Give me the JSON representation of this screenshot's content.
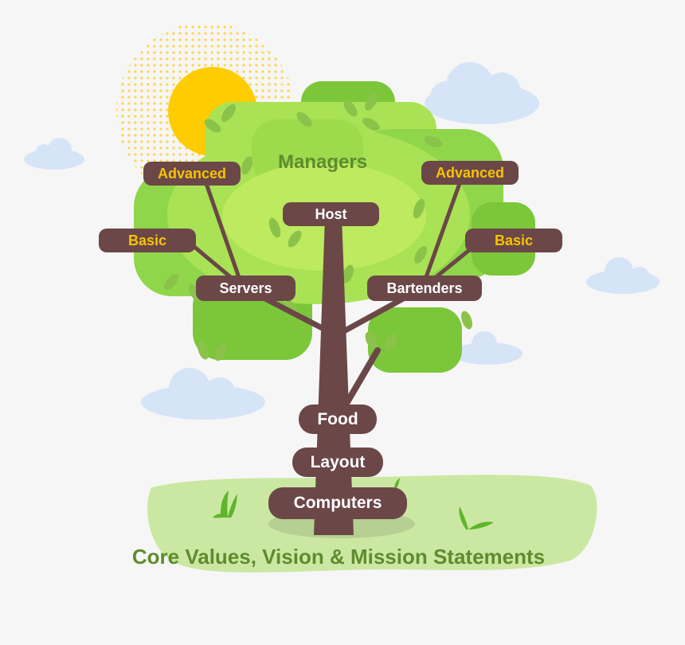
{
  "diagram": {
    "top_label": "Managers",
    "center_label": "Host",
    "left_branch": {
      "label": "Servers",
      "sub_labels": [
        "Advanced",
        "Basic"
      ]
    },
    "right_branch": {
      "label": "Bartenders",
      "sub_labels": [
        "Advanced",
        "Basic"
      ]
    },
    "trunk_labels": [
      "Food",
      "Layout",
      "Computers"
    ],
    "root_label": "Core Values, Vision & Mission Statements"
  },
  "colors": {
    "background": "#f6f6f6",
    "label_box": "#6b4748",
    "label_text": "#ffffff",
    "sub_label_text": "#f5c400",
    "heading_green": "#5f8b2e",
    "foliage_light": "#b8e65a",
    "foliage_mid": "#8fd64a",
    "foliage_dark": "#6cbf32",
    "ground": "#cbe8a2",
    "sun": "#ffcc00",
    "cloud": "#d6e4f7"
  },
  "icons": [
    "sun-icon",
    "cloud-icon",
    "leaf-icon",
    "grass-icon",
    "tree-trunk-icon"
  ]
}
